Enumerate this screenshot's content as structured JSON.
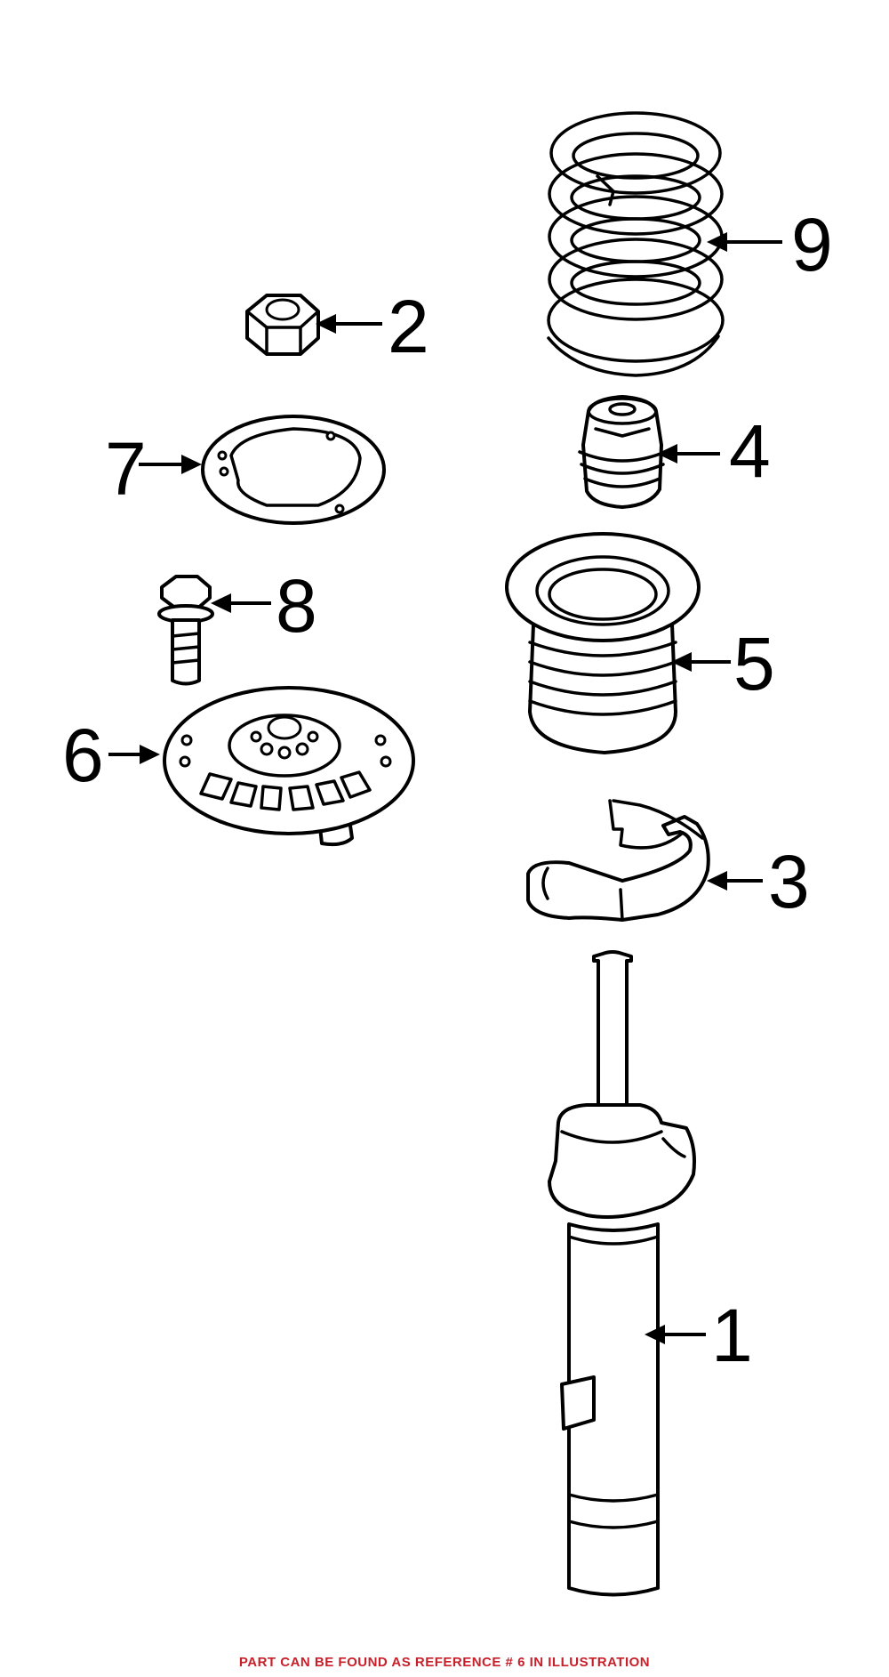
{
  "callouts": {
    "c1": "1",
    "c2": "2",
    "c3": "3",
    "c4": "4",
    "c5": "5",
    "c6": "6",
    "c7": "7",
    "c8": "8",
    "c9": "9"
  },
  "footer": {
    "note": "PART CAN BE FOUND AS REFERENCE # 6 IN ILLUSTRATION"
  },
  "colors": {
    "line": "#000000",
    "background": "#ffffff",
    "footer_text": "#c8202a"
  }
}
